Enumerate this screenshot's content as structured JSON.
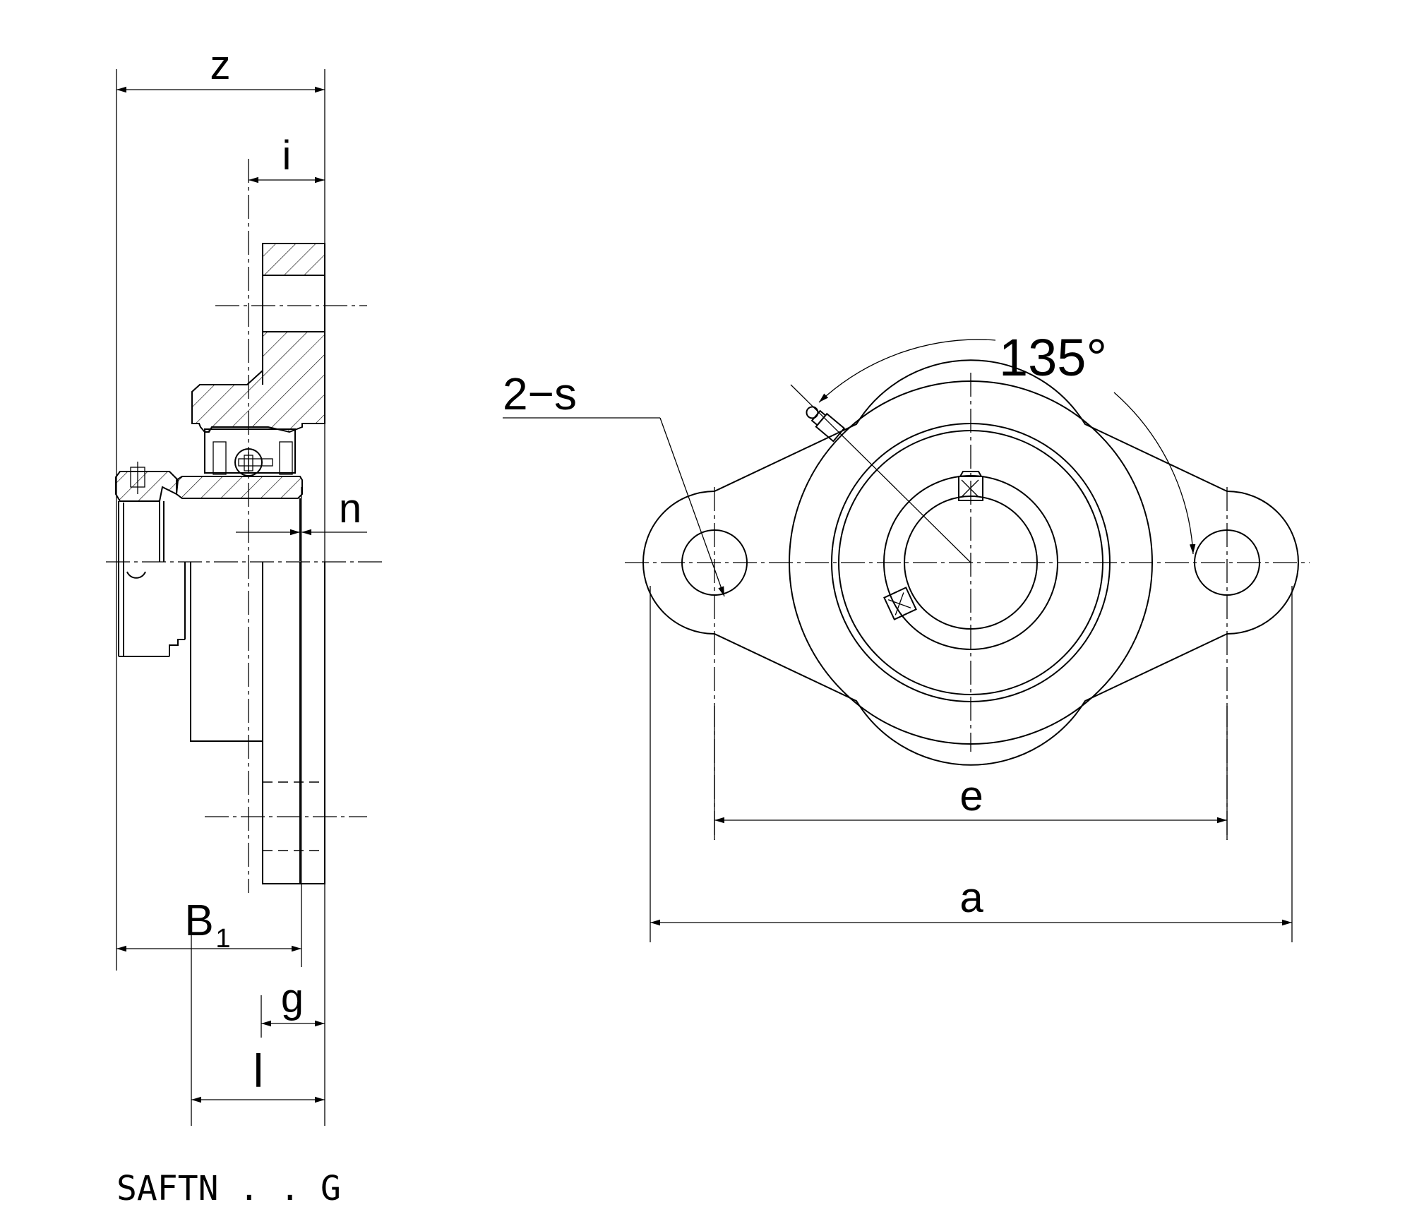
{
  "labels": {
    "z": "z",
    "i": "i",
    "n": "n",
    "b1_main": "B",
    "b1_sub": "1",
    "g": "g",
    "l": "l",
    "two_s": "2−s",
    "angle": "135°",
    "e": "e",
    "a": "a"
  },
  "title": "SAFTN . . G"
}
